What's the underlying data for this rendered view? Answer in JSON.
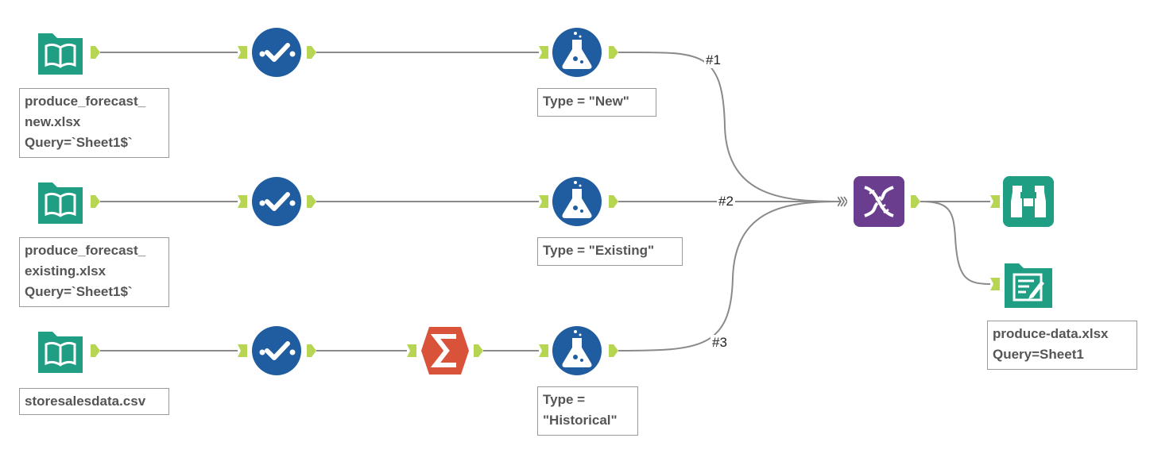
{
  "canvas": {
    "colors": {
      "input_tool": "#1f9e84",
      "select_tool": "#1f5da0",
      "formula_tool": "#1f5da0",
      "summarize_tool": "#d9533a",
      "union_tool": "#6a3d8f",
      "browse_tool": "#1f9e84",
      "output_tool": "#1f9e84",
      "anchor": "#b6d552",
      "wire": "#888888"
    },
    "tools": {
      "input1": {
        "icon": "book-folder-icon"
      },
      "input2": {
        "icon": "book-folder-icon"
      },
      "input3": {
        "icon": "book-folder-icon"
      },
      "select1": {
        "icon": "checkmark-icon"
      },
      "select2": {
        "icon": "checkmark-icon"
      },
      "select3": {
        "icon": "checkmark-icon"
      },
      "summarize": {
        "icon": "sigma-icon"
      },
      "formula1": {
        "icon": "flask-icon"
      },
      "formula2": {
        "icon": "flask-icon"
      },
      "formula3": {
        "icon": "flask-icon"
      },
      "union": {
        "icon": "dna-icon"
      },
      "browse": {
        "icon": "binoculars-icon"
      },
      "output": {
        "icon": "document-folder-icon"
      }
    },
    "annotations": {
      "input1": "produce_forecast_\nnew.xlsx\nQuery=`Sheet1$`",
      "input2": "produce_forecast_\nexisting.xlsx\nQuery=`Sheet1$`",
      "input3": "storesalesdata.csv",
      "formula1": "Type = \"New\"",
      "formula2": "Type = \"Existing\"",
      "formula3": "Type =\n\"Historical\"",
      "output": "produce-data.xlsx\nQuery=Sheet1"
    },
    "wire_labels": {
      "w1": "#1",
      "w2": "#2",
      "w3": "#3"
    }
  }
}
